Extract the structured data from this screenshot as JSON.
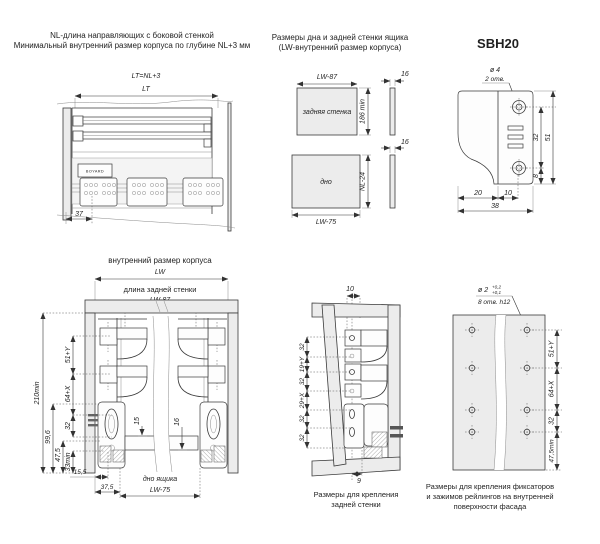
{
  "colors": {
    "background": "#ffffff",
    "line": "#3a3a3a",
    "panel_fill": "#ececec"
  },
  "top_left": {
    "caption_line1": "NL-длина направляющих с боковой стенкой",
    "caption_line2": "Минимальный внутренний размер корпуса по глубине NL+3 мм",
    "formula": "LT=NL+3",
    "dim_lt": "LT",
    "dim_offset": "37",
    "logo": "BOYARD"
  },
  "top_middle": {
    "caption_line1": "Размеры дна и задней стенки ящика",
    "caption_line2": "(LW-внутренний размер корпуса)",
    "back_wall_label": "задняя стенка",
    "back_wall_width": "LW-87",
    "back_wall_height": "186 min",
    "back_wall_thickness": "16",
    "bottom_label": "дно",
    "bottom_depth": "NL-24",
    "bottom_width": "LW-75",
    "bottom_thickness": "16"
  },
  "top_right": {
    "title": "SBH20",
    "hole_diameter": "ø 4",
    "hole_count": "2 отв.",
    "dim_32": "32",
    "dim_51": "51",
    "dim_8": "8",
    "dim_20": "20",
    "dim_10": "10",
    "dim_38": "38"
  },
  "bottom_left": {
    "caption_width1": "внутренний размер корпуса",
    "caption_width2": "LW",
    "caption_back1": "длина задней стенки",
    "caption_back2": "LW-87",
    "dim_height_min": "210min",
    "dim_51y": "51+Y",
    "dim_64x": "64+X",
    "dim_32": "32",
    "dim_996": "99,6",
    "dim_475": "47,5",
    "dim_33min": "33min",
    "dim_155": "15,5",
    "dim_375": "37,5",
    "dim_15": "15",
    "dim_16": "16",
    "caption_bottom1": "дно ящика",
    "caption_bottom2": "LW-75"
  },
  "bottom_middle": {
    "dim_top": "10",
    "chain": [
      "32",
      "19+Y",
      "32",
      "29+X",
      "32",
      "32"
    ],
    "dim_bottom": "9",
    "caption_line1": "Размеры для крепления",
    "caption_line2": "задней стенки"
  },
  "bottom_right": {
    "hole_diameter": "ø 2",
    "tolerance_upper": "+0,2",
    "tolerance_lower": "+0,1",
    "hole_count": "8 отв. h12",
    "dim_51y": "51+Y",
    "dim_64x": "64+X",
    "dim_32": "32",
    "dim_475min": "47,5min",
    "caption_line1": "Размеры для крепления фиксаторов",
    "caption_line2": "и зажимов рейлингов на внутренней",
    "caption_line3": "поверхности фасада"
  }
}
